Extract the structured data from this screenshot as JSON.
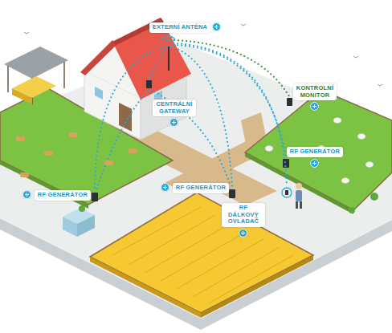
{
  "diagram": {
    "nodes": [
      {
        "text": [
          "EXTERNÍ ANTÉNA"
        ]
      },
      {
        "text": [
          "CENTRÁLNÍ GATEWAY"
        ]
      },
      {
        "text": [
          "KONTROLNÍ MONITOR"
        ]
      },
      {
        "text": [
          "RF GENERÁTOR"
        ]
      },
      {
        "text": [
          "RF GENERÁTOR"
        ]
      },
      {
        "text": [
          "RF GENERÁTOR"
        ]
      },
      {
        "text": [
          "RF DÁLKOVÝ OVLADAČ"
        ]
      }
    ]
  }
}
